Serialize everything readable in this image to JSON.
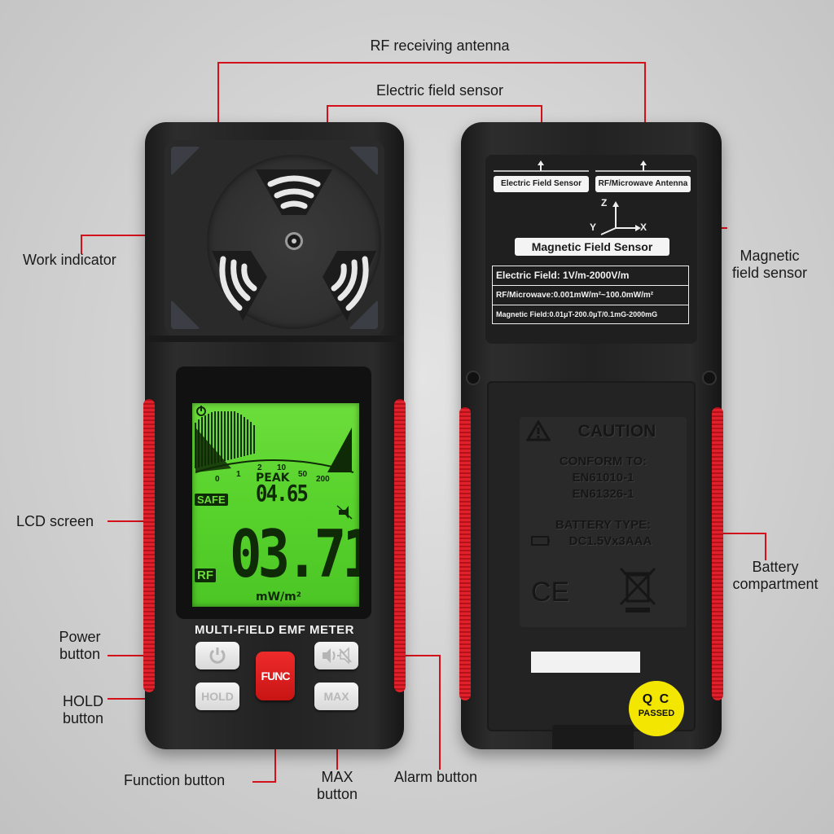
{
  "callouts": {
    "rf_antenna": "RF receiving antenna",
    "electric_sensor": "Electric field sensor",
    "work_indicator": "Work indicator",
    "magnetic_sensor_line1": "Magnetic",
    "magnetic_sensor_line2": "field sensor",
    "lcd_screen": "LCD screen",
    "battery_line1": "Battery",
    "battery_line2": "compartment",
    "power_line1": "Power",
    "power_line2": "button",
    "hold_line1": "HOLD",
    "hold_line2": "button",
    "function_button": "Function button",
    "max_line1": "MAX",
    "max_line2": "button",
    "alarm_button": "Alarm button"
  },
  "front": {
    "lcd": {
      "scale": [
        "0",
        "1",
        "2",
        "10",
        "50",
        "200"
      ],
      "peak_label": "PEAK",
      "peak_value": "04.65",
      "safe_tag": "SAFE",
      "mode_tag": "RF",
      "reading": "03.71",
      "unit": "mW/m²"
    },
    "model_label": "MULTI-FIELD EMF METER",
    "keys": {
      "func": "FUNC",
      "hold": "HOLD",
      "max": "MAX"
    }
  },
  "back": {
    "top_labels": {
      "electric": "Electric Field Sensor",
      "rf": "RF/Microwave Antenna",
      "magnetic": "Magnetic Field Sensor"
    },
    "axes": {
      "x": "X",
      "y": "Y",
      "z": "Z"
    },
    "specs": [
      "Electric Field: 1V/m-2000V/m",
      "RF/Microwave:0.001mW/m²~100.0mW/m²",
      "Magnetic Field:0.01μT-200.0μT/0.1mG-2000mG"
    ],
    "caution": {
      "title": "CAUTION",
      "conform": "CONFORM TO:",
      "std1": "EN61010-1",
      "std2": "EN61326-1",
      "battery_type": "BATTERY TYPE:",
      "battery_spec": "DC1.5Vx3AAA",
      "ce": "CE"
    },
    "qc": {
      "line1": "Q C",
      "line2": "PASSED"
    }
  },
  "colors": {
    "leader": "#d4111b",
    "lcd_green": "#58d22c",
    "grip_red": "#e0212b",
    "func_red": "#d81b1b",
    "qc_yellow": "#f3e600"
  }
}
